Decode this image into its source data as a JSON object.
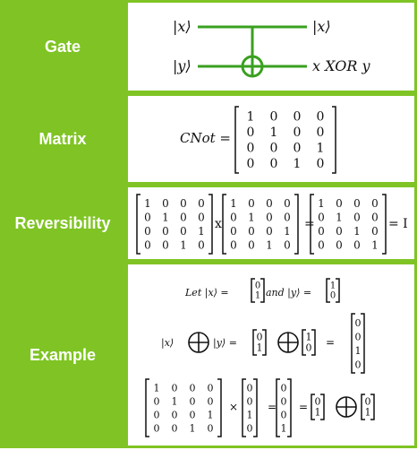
{
  "rows": [
    {
      "label": "Gate"
    },
    {
      "label": "Matrix"
    },
    {
      "label": "Reversibility"
    },
    {
      "label": "Example"
    }
  ],
  "gate": {
    "in_x": "|x⟩",
    "in_y": "|y⟩",
    "out_x": "|x⟩",
    "out_y": "x XOR y",
    "wire_color": "#3aa020"
  },
  "matrix": {
    "name": "CNot =",
    "values": [
      [
        1,
        0,
        0,
        0
      ],
      [
        0,
        1,
        0,
        0
      ],
      [
        0,
        0,
        0,
        1
      ],
      [
        0,
        0,
        1,
        0
      ]
    ]
  },
  "reversibility": {
    "a": [
      [
        1,
        0,
        0,
        0
      ],
      [
        0,
        1,
        0,
        0
      ],
      [
        0,
        0,
        0,
        1
      ],
      [
        0,
        0,
        1,
        0
      ]
    ],
    "b": [
      [
        1,
        0,
        0,
        0
      ],
      [
        0,
        1,
        0,
        0
      ],
      [
        0,
        0,
        0,
        1
      ],
      [
        0,
        0,
        1,
        0
      ]
    ],
    "result": [
      [
        1,
        0,
        0,
        0
      ],
      [
        0,
        1,
        0,
        0
      ],
      [
        0,
        0,
        1,
        0
      ],
      [
        0,
        0,
        0,
        1
      ]
    ],
    "times": "x",
    "equals": "=",
    "identity": "= I"
  },
  "example": {
    "let_prefix": "Let |x⟩ =",
    "x_vec": [
      0,
      1
    ],
    "and_text": "and |y⟩ =",
    "y_vec": [
      1,
      0
    ],
    "ket_x": "|x⟩",
    "ket_y": "|y⟩ =",
    "tensor_v1": [
      0,
      1
    ],
    "tensor_v2": [
      1,
      0
    ],
    "eq": "=",
    "tensor_result": [
      0,
      0,
      1,
      0
    ],
    "cnot": [
      [
        1,
        0,
        0,
        0
      ],
      [
        0,
        1,
        0,
        0
      ],
      [
        0,
        0,
        0,
        1
      ],
      [
        0,
        0,
        1,
        0
      ]
    ],
    "times": "×",
    "input_vec": [
      0,
      0,
      1,
      0
    ],
    "output_vec": [
      0,
      0,
      0,
      1
    ],
    "out_v1": [
      0,
      1
    ],
    "out_v2": [
      0,
      1
    ]
  },
  "colors": {
    "accent": "#7fc424",
    "wire": "#3aa020"
  }
}
